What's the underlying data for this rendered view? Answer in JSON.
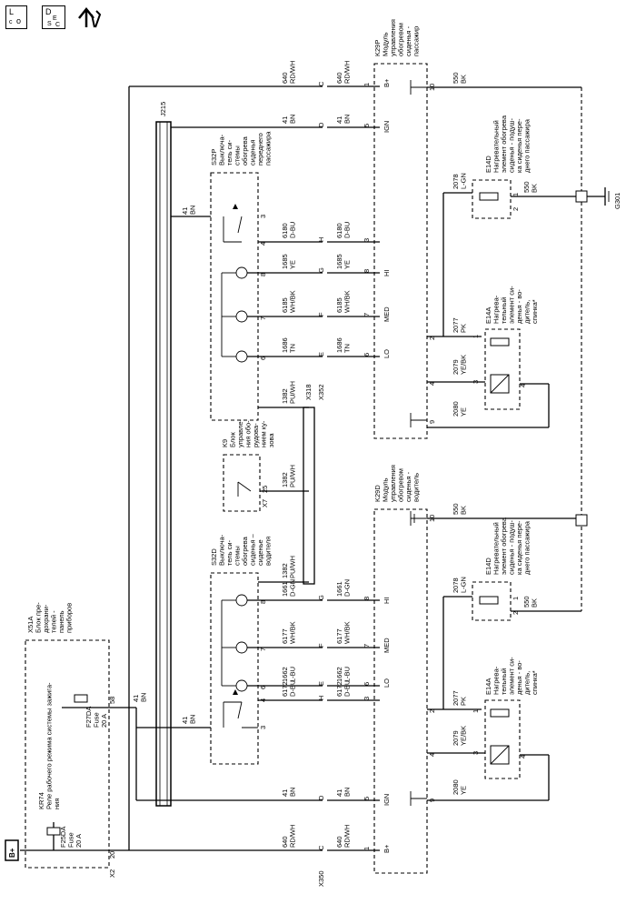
{
  "header": {
    "loc_icon_text": "LOC",
    "desc_icon_text": "DESC",
    "icons": [
      "location-icon",
      "description-icon",
      "service-icon"
    ]
  },
  "bplus_tag": "B+",
  "connectors": {
    "x2": "X2",
    "x350": "X350",
    "x352": "X352",
    "x7": "X7",
    "x318": "X318",
    "j215": "J215",
    "g301": "G301"
  },
  "pins": {
    "p20": "20",
    "p58": "58",
    "p25": "25"
  },
  "kr74_label": "KR74\nРеле рабочего режима системы зажига-\nния",
  "x51a_label": "X51A\nБлок пре-\nдохрани-\nтелей -\nпанель\nприборов",
  "fuses": {
    "f25da": "F25DA\nFuse\n20 A",
    "f27da": "F27DA\nFuse\n20 A"
  },
  "k9_label": "K9\nБлок\nуправле-\nния обо-\nрудова-\nнием ку-\nзова",
  "s32d_label": "S32D\nВыключа-\nтель си-\nстемы\nобогрева\nсиденья –\nсиденье\nводителя",
  "s32p_label": "S32P\nВыключа-\nтель си-\nстемы\nобогрева\nсиденья\nпереднего\nпассажира",
  "k29d_label": "K29D\nМодуль\nуправления\nобогревом\nсиденья -\nводитель",
  "k29p_label": "K29P\nМодуль\nуправления\nобогревом\nсиденья -\nпассажир",
  "e14d_label": "E14D\nНагревательный\nэлемент обогрева\nсиденья - подуш-\nка сиденья пере-\nднего пассажира",
  "e14a_label": "E14A\nНагрева-\nтельный\nэлемент си-\nденья - во-\nдитель,\nспинка*",
  "levels": {
    "hi": "HI",
    "med": "MED",
    "lo": "LO",
    "ign": "IGN",
    "bplus": "B+"
  },
  "wires": {
    "w640": "640\nRD/WH",
    "w41": "41\nBN",
    "w6172": "6172\nD-BU",
    "w1662": "1662\nL-BU",
    "w6177": "6177\nWH/BK",
    "w1661": "1661\nD-GN",
    "w1382": "1382\nPU/WH",
    "w2077": "2077\nPK",
    "w2079": "2079\nYE/BK",
    "w2080": "2080\nYE",
    "w2078": "2078\nL-GN",
    "w550": "550\nBK",
    "w6180": "6180\nD-BU",
    "w1686": "1686\nTN",
    "w6185": "6185\nWH/BK",
    "w1685": "1685\nYE"
  },
  "letters": {
    "C": "C",
    "D": "D",
    "H": "H",
    "E": "E",
    "F": "F",
    "G": "G"
  },
  "nums": {
    "n1": "1",
    "n2": "2",
    "n3": "3",
    "n4": "4",
    "n5": "5",
    "n6": "6",
    "n7": "7",
    "n8": "8",
    "n9": "9",
    "n10": "10"
  }
}
